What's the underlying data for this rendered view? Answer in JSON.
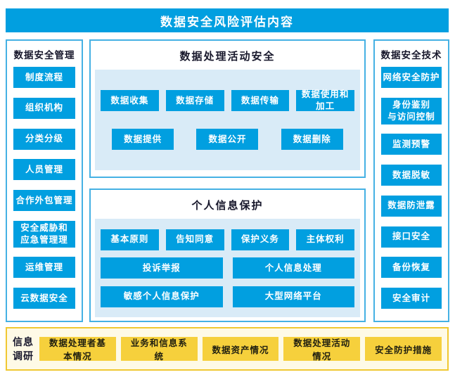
{
  "colors": {
    "blue": "#019fe0",
    "panel_border": "#45b1e4",
    "inner_light_blue": "#d9ebf7",
    "yellow_chip": "#f6d03c",
    "yellow_border": "#f0c832",
    "yellow_bg": "#fefae6",
    "dark_text": "#17172b",
    "white_text": "#ffffff"
  },
  "header": {
    "title": "数据安全风险评估内容"
  },
  "left_panel": {
    "title": "数据安全管理",
    "items": [
      "制度流程",
      "组织机构",
      "分类分级",
      "人员管理",
      "合作外包管理",
      "安全威胁和\n应急管理理",
      "运维管理",
      "云数据安全"
    ]
  },
  "center": {
    "panel1": {
      "title": "数据处理活动安全",
      "rows": [
        [
          "数据收集",
          "数据存储",
          "数据传输",
          "数据使用和加工"
        ],
        [
          "数据提供",
          "数据公开",
          "数据删除"
        ]
      ]
    },
    "panel2": {
      "title": "个人信息保护",
      "rows": [
        [
          "基本原则",
          "告知同意",
          "保护义务",
          "主体权利"
        ],
        [
          "投诉举报",
          "个人信息处理"
        ],
        [
          "敏感个人信息保护",
          "大型网络平台"
        ]
      ]
    }
  },
  "right_panel": {
    "title": "数据安全技术",
    "items": [
      "网络安全防护",
      "身份鉴别\n与访问控制",
      "监测预警",
      "数据脱敏",
      "数据防泄露",
      "接口安全",
      "备份恢复",
      "安全审计"
    ]
  },
  "bottom": {
    "label": "信息\n调研",
    "items": [
      "数据处理者基本情况",
      "业务和信息系统",
      "数据资产情况",
      "数据处理活动情况",
      "安全防护措施"
    ]
  }
}
